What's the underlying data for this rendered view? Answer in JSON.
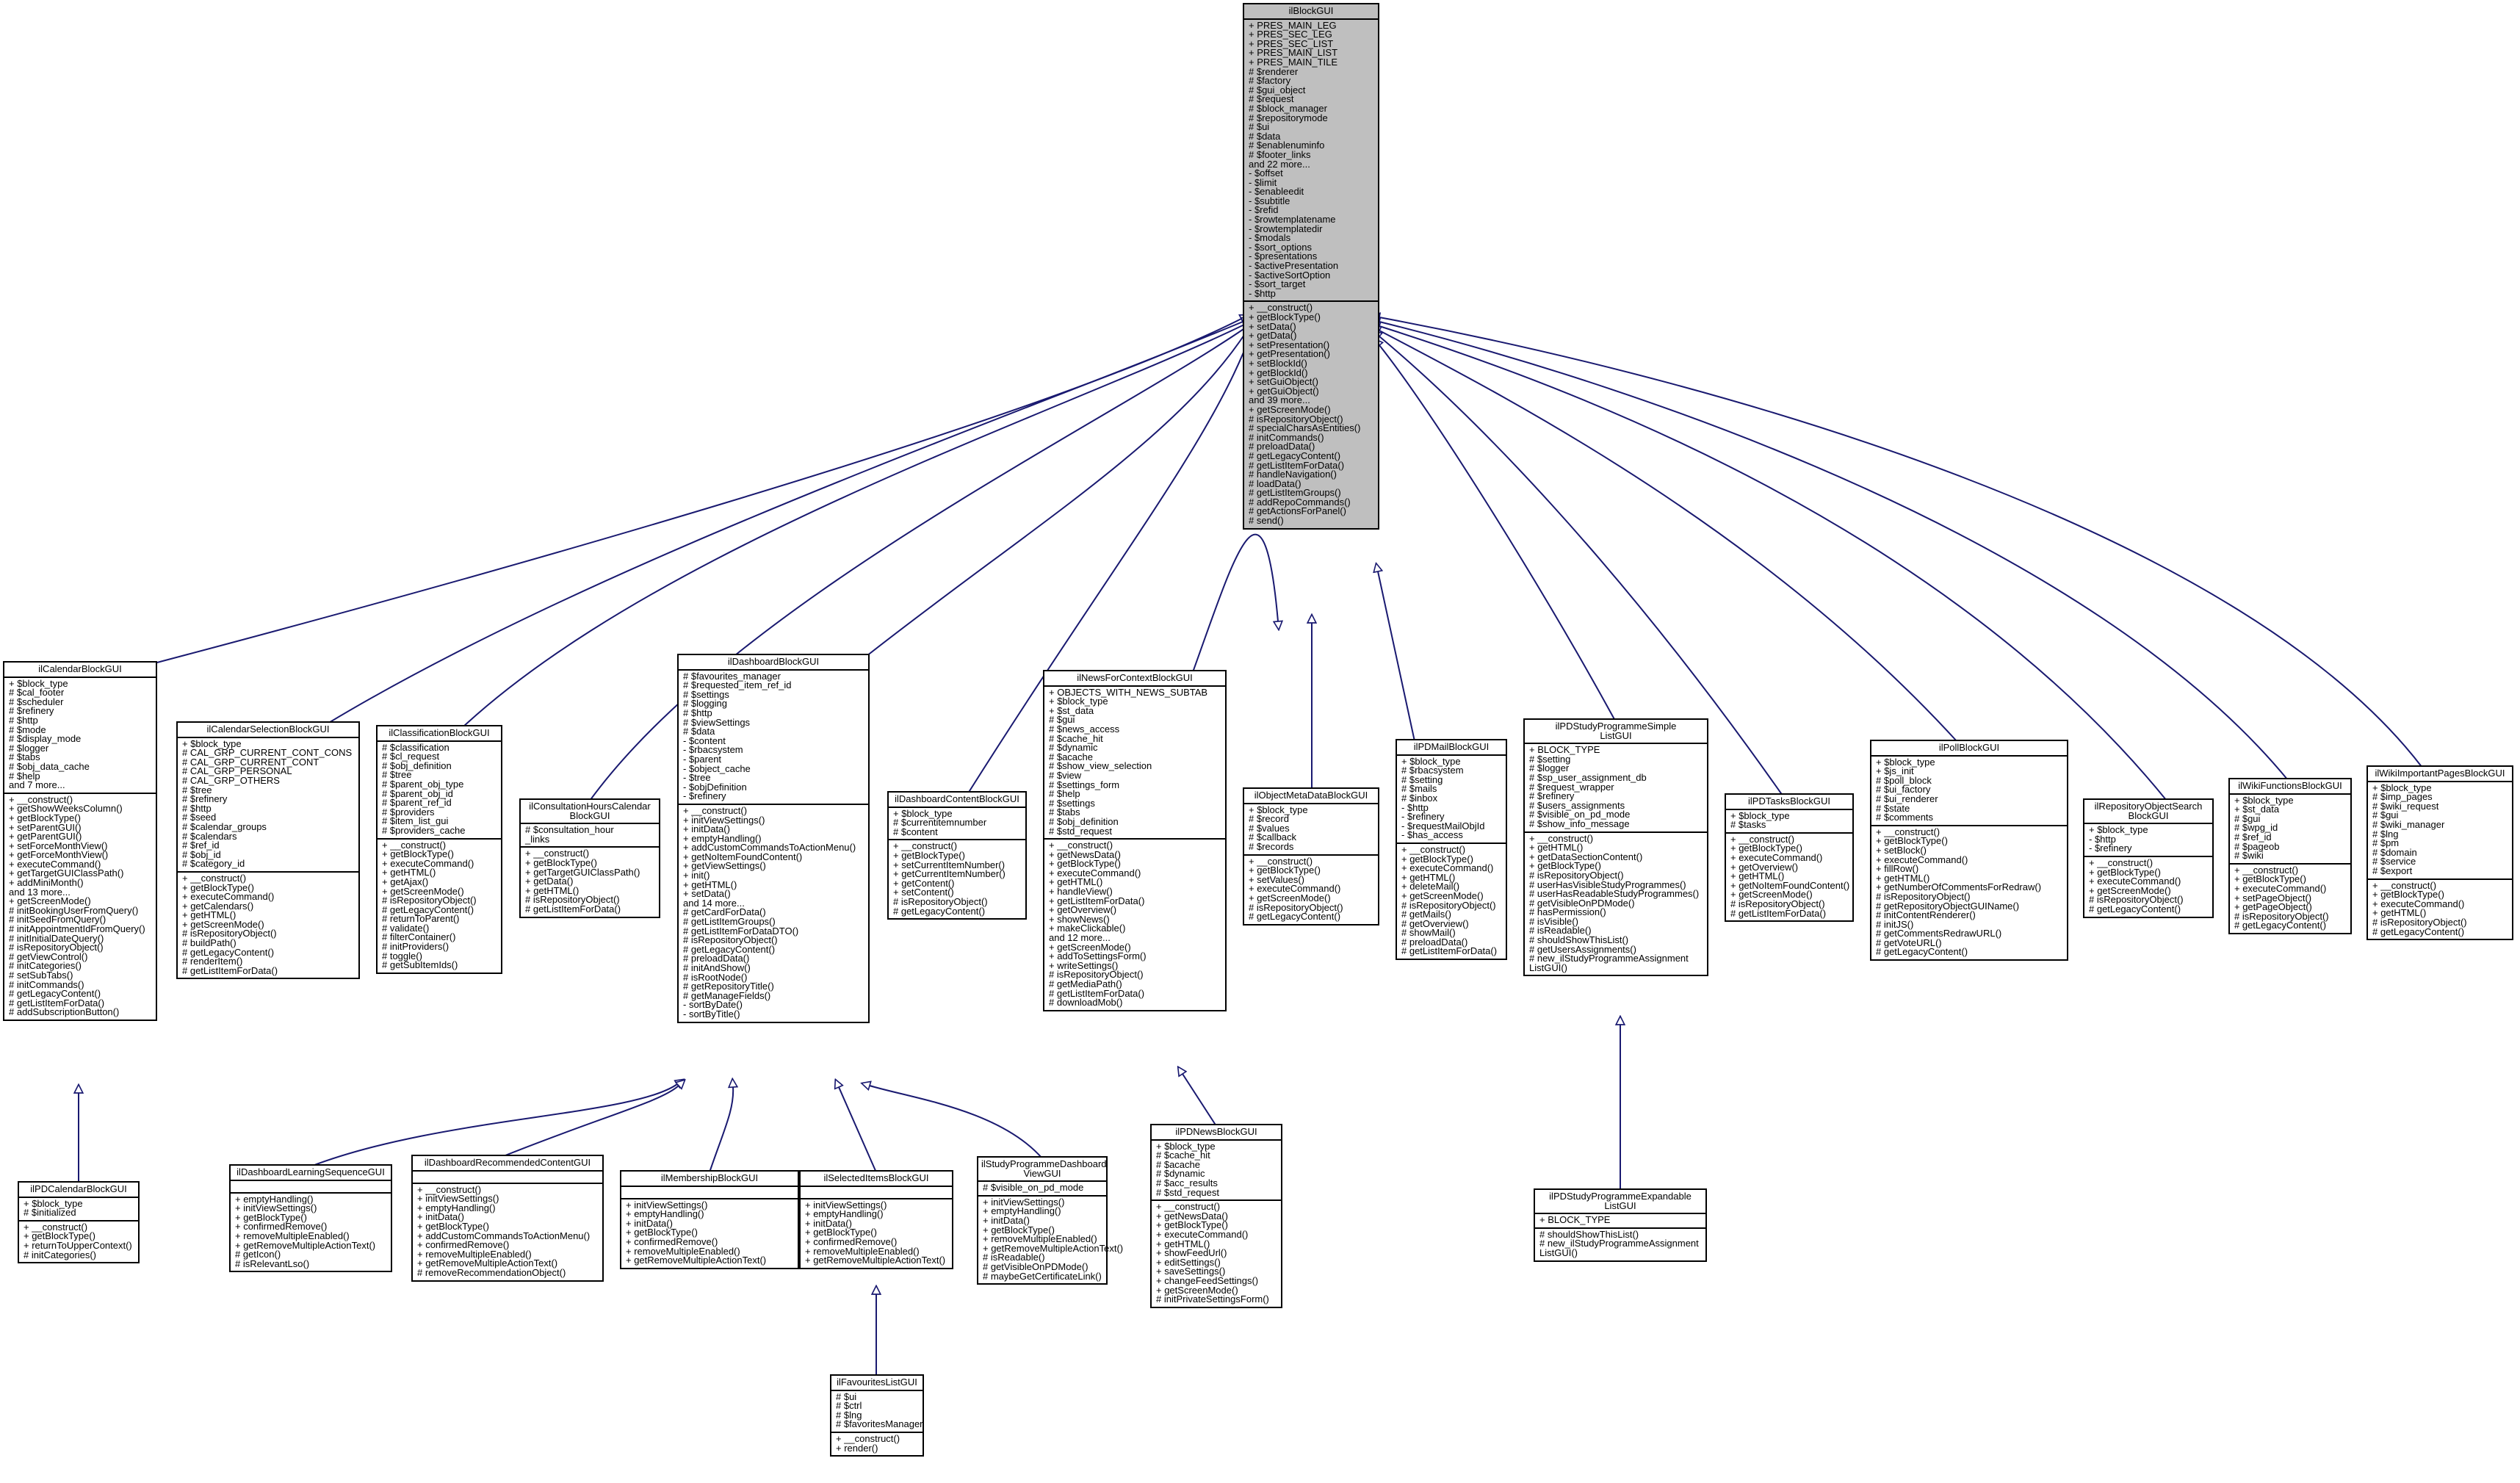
{
  "diagram": {
    "colors": {
      "edge": "#191970",
      "base_fill": "#bfbfbf",
      "border": "#000000",
      "box_fill": "#ffffff"
    },
    "classes": {
      "ilBlockGUI": {
        "title": [
          "ilBlockGUI"
        ],
        "attributes": [
          "+ PRES_MAIN_LEG",
          "+ PRES_SEC_LEG",
          "+ PRES_SEC_LIST",
          "+ PRES_MAIN_LIST",
          "+ PRES_MAIN_TILE",
          "# $renderer",
          "# $factory",
          "# $gui_object",
          "# $request",
          "# $block_manager",
          "# $repositorymode",
          "# $ui",
          "# $data",
          "# $enablenuminfo",
          "# $footer_links",
          "and 22 more...",
          "- $offset",
          "- $limit",
          "- $enableedit",
          "- $subtitle",
          "- $refid",
          "- $rowtemplatename",
          "- $rowtemplatedir",
          "- $modals",
          "- $sort_options",
          "- $presentations",
          "- $activePresentation",
          "- $activeSortOption",
          "- $sort_target",
          "- $http"
        ],
        "methods": [
          "+ __construct()",
          "+ getBlockType()",
          "+ setData()",
          "+ getData()",
          "+ setPresentation()",
          "+ getPresentation()",
          "+ setBlockId()",
          "+ getBlockId()",
          "+ setGuiObject()",
          "+ getGuiObject()",
          "and 39 more...",
          "+ getScreenMode()",
          "# isRepositoryObject()",
          "# specialCharsAsEntities()",
          "# initCommands()",
          "# preloadData()",
          "# getLegacyContent()",
          "# getListItemForData()",
          "# handleNavigation()",
          "# loadData()",
          "# getListItemGroups()",
          "# addRepoCommands()",
          "# getActionsForPanel()",
          "# send()"
        ]
      },
      "ilCalendarBlockGUI": {
        "title": [
          "ilCalendarBlockGUI"
        ],
        "attributes": [
          "+ $block_type",
          "# $cal_footer",
          "# $scheduler",
          "# $refinery",
          "# $http",
          "# $mode",
          "# $display_mode",
          "# $logger",
          "# $tabs",
          "# $obj_data_cache",
          "# $help",
          "and 7 more..."
        ],
        "methods": [
          "+ __construct()",
          "+ getShowWeeksColumn()",
          "+ getBlockType()",
          "+ setParentGUI()",
          "+ getParentGUI()",
          "+ setForceMonthView()",
          "+ getForceMonthView()",
          "+ executeCommand()",
          "+ getTargetGUIClassPath()",
          "+ addMiniMonth()",
          "and 13 more...",
          "+ getScreenMode()",
          "# initBookingUserFromQuery()",
          "# initSeedFromQuery()",
          "# initAppointmentIdFromQuery()",
          "# initInitialDateQuery()",
          "# isRepositoryObject()",
          "# getViewControl()",
          "# initCategories()",
          "# setSubTabs()",
          "# initCommands()",
          "# getLegacyContent()",
          "# getListItemForData()",
          "# addSubscriptionButton()"
        ]
      },
      "ilCalendarSelectionBlockGUI": {
        "title": [
          "ilCalendarSelectionBlockGUI"
        ],
        "attributes": [
          "+ $block_type",
          "# CAL_GRP_CURRENT_CONT_CONS",
          "# CAL_GRP_CURRENT_CONT",
          "# CAL_GRP_PERSONAL",
          "# CAL_GRP_OTHERS",
          "# $tree",
          "# $refinery",
          "# $http",
          "# $seed",
          "# $calendar_groups",
          "# $calendars",
          "# $ref_id",
          "# $obj_id",
          "# $category_id"
        ],
        "methods": [
          "+ __construct()",
          "+ getBlockType()",
          "+ executeCommand()",
          "+ getCalendars()",
          "+ getHTML()",
          "+ getScreenMode()",
          "# isRepositoryObject()",
          "# buildPath()",
          "# getLegacyContent()",
          "# renderItem()",
          "# getListItemForData()"
        ]
      },
      "ilClassificationBlockGUI": {
        "title": [
          "ilClassificationBlockGUI"
        ],
        "attributes": [
          "# $classification",
          "# $cl_request",
          "# $obj_definition",
          "# $tree",
          "# $parent_obj_type",
          "# $parent_obj_id",
          "# $parent_ref_id",
          "# $providers",
          "# $item_list_gui",
          "# $providers_cache"
        ],
        "methods": [
          "+ __construct()",
          "+ getBlockType()",
          "+ executeCommand()",
          "+ getHTML()",
          "+ getAjax()",
          "+ getScreenMode()",
          "# isRepositoryObject()",
          "# getLegacyContent()",
          "# returnToParent()",
          "# validate()",
          "# filterContainer()",
          "# initProviders()",
          "# toggle()",
          "# getSubItemIds()"
        ]
      },
      "ilConsultationHoursCalendarBlockGUI": {
        "title": [
          "ilConsultationHoursCalendar",
          "BlockGUI"
        ],
        "attributes": [
          "# $consultation_hour",
          "_links"
        ],
        "methods": [
          "+ __construct()",
          "+ getBlockType()",
          "+ getTargetGUIClassPath()",
          "+ getData()",
          "+ getHTML()",
          "# isRepositoryObject()",
          "# getListItemForData()"
        ]
      },
      "ilDashboardBlockGUI": {
        "title": [
          "ilDashboardBlockGUI"
        ],
        "attributes": [
          "# $favourites_manager",
          "# $requested_item_ref_id",
          "# $settings",
          "# $logging",
          "# $http",
          "# $viewSettings",
          "# $data",
          "- $content",
          "- $rbacsystem",
          "- $parent",
          "- $object_cache",
          "- $tree",
          "- $objDefinition",
          "- $refinery"
        ],
        "methods": [
          "+ __construct()",
          "+ initViewSettings()",
          "+ initData()",
          "+ emptyHandling()",
          "+ addCustomCommandsToActionMenu()",
          "+ getNoItemFoundContent()",
          "+ getViewSettings()",
          "+ init()",
          "+ getHTML()",
          "+ setData()",
          "and 14 more...",
          "# getCardForData()",
          "# getListItemGroups()",
          "# getListItemForDataDTO()",
          "# isRepositoryObject()",
          "# getLegacyContent()",
          "# preloadData()",
          "# initAndShow()",
          "# isRootNode()",
          "# getRepositoryTitle()",
          "# getManageFields()",
          "- sortByDate()",
          "- sortByTitle()"
        ]
      },
      "ilDashboardContentBlockGUI": {
        "title": [
          "ilDashboardContentBlockGUI"
        ],
        "attributes": [
          "+ $block_type",
          "# $currentitemnumber",
          "# $content"
        ],
        "methods": [
          "+ __construct()",
          "+ getBlockType()",
          "+ setCurrentItemNumber()",
          "+ getCurrentItemNumber()",
          "+ getContent()",
          "+ setContent()",
          "# isRepositoryObject()",
          "# getLegacyContent()"
        ]
      },
      "ilNewsForContextBlockGUI": {
        "title": [
          "ilNewsForContextBlockGUI"
        ],
        "attributes": [
          "+ OBJECTS_WITH_NEWS_SUBTAB",
          "+ $block_type",
          "+ $st_data",
          "# $gui",
          "# $news_access",
          "# $cache_hit",
          "# $dynamic",
          "# $acache",
          "# $show_view_selection",
          "# $view",
          "# $settings_form",
          "# $help",
          "# $settings",
          "# $tabs",
          "# $obj_definition",
          "# $std_request"
        ],
        "methods": [
          "+ __construct()",
          "+ getNewsData()",
          "+ getBlockType()",
          "+ executeCommand()",
          "+ getHTML()",
          "+ handleView()",
          "+ getListItemForData()",
          "+ getOverview()",
          "+ showNews()",
          "+ makeClickable()",
          "and 12 more...",
          "+ getScreenMode()",
          "+ addToSettingsForm()",
          "+ writeSettings()",
          "# isRepositoryObject()",
          "# getMediaPath()",
          "# getListItemForData()",
          "# downloadMob()"
        ]
      },
      "ilObjectMetaDataBlockGUI": {
        "title": [
          "ilObjectMetaDataBlockGUI"
        ],
        "attributes": [
          "+ $block_type",
          "# $record",
          "# $values",
          "# $callback",
          "# $records"
        ],
        "methods": [
          "+ __construct()",
          "+ getBlockType()",
          "+ setValues()",
          "+ executeCommand()",
          "+ getScreenMode()",
          "# isRepositoryObject()",
          "# getLegacyContent()"
        ]
      },
      "ilPDMailBlockGUI": {
        "title": [
          "ilPDMailBlockGUI"
        ],
        "attributes": [
          "+ $block_type",
          "# $rbacsystem",
          "# $setting",
          "# $mails",
          "# $inbox",
          "- $http",
          "- $refinery",
          "- $requestMailObjId",
          "- $has_access"
        ],
        "methods": [
          "+ __construct()",
          "+ getBlockType()",
          "+ executeCommand()",
          "+ getHTML()",
          "+ deleteMail()",
          "+ getScreenMode()",
          "# isRepositoryObject()",
          "# getMails()",
          "# getOverview()",
          "# showMail()",
          "# preloadData()",
          "# getListItemForData()"
        ]
      },
      "ilPDStudyProgrammeSimpleListGUI": {
        "title": [
          "ilPDStudyProgrammeSimple",
          "ListGUI"
        ],
        "attributes": [
          "+ BLOCK_TYPE",
          "# $setting",
          "# $logger",
          "# $sp_user_assignment_db",
          "# $request_wrapper",
          "# $refinery",
          "# $users_assignments",
          "# $visible_on_pd_mode",
          "# $show_info_message"
        ],
        "methods": [
          "+ __construct()",
          "+ getHTML()",
          "+ getDataSectionContent()",
          "+ getBlockType()",
          "# isRepositoryObject()",
          "# userHasVisibleStudyProgrammes()",
          "# userHasReadableStudyProgrammes()",
          "# getVisibleOnPDMode()",
          "# hasPermission()",
          "# isVisible()",
          "# isReadable()",
          "# shouldShowThisList()",
          "# getUsersAssignments()",
          "# new_ilStudyProgrammeAssignment",
          "ListGUI()"
        ]
      },
      "ilPDTasksBlockGUI": {
        "title": [
          "ilPDTasksBlockGUI"
        ],
        "attributes": [
          "+ $block_type",
          "# $tasks"
        ],
        "methods": [
          "+ __construct()",
          "+ getBlockType()",
          "+ executeCommand()",
          "+ getOverview()",
          "+ getHTML()",
          "+ getNoItemFoundContent()",
          "+ getScreenMode()",
          "# isRepositoryObject()",
          "# getListItemForData()"
        ]
      },
      "ilPollBlockGUI": {
        "title": [
          "ilPollBlockGUI"
        ],
        "attributes": [
          "+ $block_type",
          "+ $js_init",
          "# $poll_block",
          "# $ui_factory",
          "# $ui_renderer",
          "# $state",
          "# $comments"
        ],
        "methods": [
          "+ __construct()",
          "+ getBlockType()",
          "+ setBlock()",
          "+ executeCommand()",
          "+ fillRow()",
          "+ getHTML()",
          "+ getNumberOfCommentsForRedraw()",
          "# isRepositoryObject()",
          "# getRepositoryObjectGUIName()",
          "# initContentRenderer()",
          "# initJS()",
          "# getCommentsRedrawURL()",
          "# getVoteURL()",
          "# getLegacyContent()"
        ]
      },
      "ilRepositoryObjectSearchBlockGUI": {
        "title": [
          "ilRepositoryObjectSearch",
          "BlockGUI"
        ],
        "attributes": [
          "+ $block_type",
          "- $http",
          "- $refinery"
        ],
        "methods": [
          "+ __construct()",
          "+ getBlockType()",
          "+ executeCommand()",
          "+ getScreenMode()",
          "# isRepositoryObject()",
          "# getLegacyContent()"
        ]
      },
      "ilWikiFunctionsBlockGUI": {
        "title": [
          "ilWikiFunctionsBlockGUI"
        ],
        "attributes": [
          "+ $block_type",
          "+ $st_data",
          "# $gui",
          "# $wpg_id",
          "# $ref_id",
          "# $pageob",
          "# $wiki"
        ],
        "methods": [
          "+ __construct()",
          "+ getBlockType()",
          "+ executeCommand()",
          "+ setPageObject()",
          "+ getPageObject()",
          "# isRepositoryObject()",
          "# getLegacyContent()"
        ]
      },
      "ilWikiImportantPagesBlockGUI": {
        "title": [
          "ilWikiImportantPagesBlockGUI"
        ],
        "attributes": [
          "+ $block_type",
          "# $imp_pages",
          "# $wiki_request",
          "# $gui",
          "# $wiki_manager",
          "# $lng",
          "# $pm",
          "# $domain",
          "# $service",
          "# $export"
        ],
        "methods": [
          "+ __construct()",
          "+ getBlockType()",
          "+ executeCommand()",
          "+ getHTML()",
          "# isRepositoryObject()",
          "# getLegacyContent()"
        ]
      },
      "ilPDCalendarBlockGUI": {
        "title": [
          "ilPDCalendarBlockGUI"
        ],
        "attributes": [
          "+ $block_type",
          "# $initialized"
        ],
        "methods": [
          "+ __construct()",
          "+ getBlockType()",
          "+ returnToUpperContext()",
          "# initCategories()"
        ]
      },
      "ilDashboardLearningSequenceGUI": {
        "title": [
          "ilDashboardLearningSequenceGUI"
        ],
        "attributes": [],
        "methods": [
          "+ emptyHandling()",
          "+ initViewSettings()",
          "+ getBlockType()",
          "+ confirmedRemove()",
          "+ removeMultipleEnabled()",
          "+ getRemoveMultipleActionText()",
          "# getIcon()",
          "# isRelevantLso()"
        ]
      },
      "ilDashboardRecommendedContentGUI": {
        "title": [
          "ilDashboardRecommendedContentGUI"
        ],
        "attributes": [],
        "methods": [
          "+ __construct()",
          "+ initViewSettings()",
          "+ emptyHandling()",
          "+ initData()",
          "+ getBlockType()",
          "+ addCustomCommandsToActionMenu()",
          "+ confirmedRemove()",
          "+ removeMultipleEnabled()",
          "+ getRemoveMultipleActionText()",
          "# removeRecommendationObject()"
        ]
      },
      "ilMembershipBlockGUI": {
        "title": [
          "ilMembershipBlockGUI"
        ],
        "attributes": [],
        "methods": [
          "+ initViewSettings()",
          "+ emptyHandling()",
          "+ initData()",
          "+ getBlockType()",
          "+ confirmedRemove()",
          "+ removeMultipleEnabled()",
          "+ getRemoveMultipleActionText()"
        ]
      },
      "ilSelectedItemsBlockGUI": {
        "title": [
          "ilSelectedItemsBlockGUI"
        ],
        "attributes": [],
        "methods": [
          "+ initViewSettings()",
          "+ emptyHandling()",
          "+ initData()",
          "+ getBlockType()",
          "+ confirmedRemove()",
          "+ removeMultipleEnabled()",
          "+ getRemoveMultipleActionText()"
        ]
      },
      "ilStudyProgrammeDashboardViewGUI": {
        "title": [
          "ilStudyProgrammeDashboard",
          "ViewGUI"
        ],
        "attributes": [
          "# $visible_on_pd_mode"
        ],
        "methods": [
          "+ initViewSettings()",
          "+ emptyHandling()",
          "+ initData()",
          "+ getBlockType()",
          "+ removeMultipleEnabled()",
          "+ getRemoveMultipleActionText()",
          "# isReadable()",
          "# getVisibleOnPDMode()",
          "# maybeGetCertificateLink()"
        ]
      },
      "ilPDNewsBlockGUI": {
        "title": [
          "ilPDNewsBlockGUI"
        ],
        "attributes": [
          "+ $block_type",
          "# $cache_hit",
          "# $acache",
          "# $dynamic",
          "# $acc_results",
          "# $std_request"
        ],
        "methods": [
          "+ __construct()",
          "+ getNewsData()",
          "+ getBlockType()",
          "+ executeCommand()",
          "+ getHTML()",
          "+ showFeedUrl()",
          "+ editSettings()",
          "+ saveSettings()",
          "+ changeFeedSettings()",
          "+ getScreenMode()",
          "# initPrivateSettingsForm()"
        ]
      },
      "ilPDStudyProgrammeExpandableListGUI": {
        "title": [
          "ilPDStudyProgrammeExpandable",
          "ListGUI"
        ],
        "attributes": [
          "+ BLOCK_TYPE"
        ],
        "methods": [
          "# shouldShowThisList()",
          "# new_ilStudyProgrammeAssignment",
          "ListGUI()"
        ]
      },
      "ilFavouritesListGUI": {
        "title": [
          "ilFavouritesListGUI"
        ],
        "attributes": [
          "# $ui",
          "# $ctrl",
          "# $lng",
          "# $favoritesManager"
        ],
        "methods": [
          "+ __construct()",
          "+ render()"
        ]
      }
    }
  }
}
